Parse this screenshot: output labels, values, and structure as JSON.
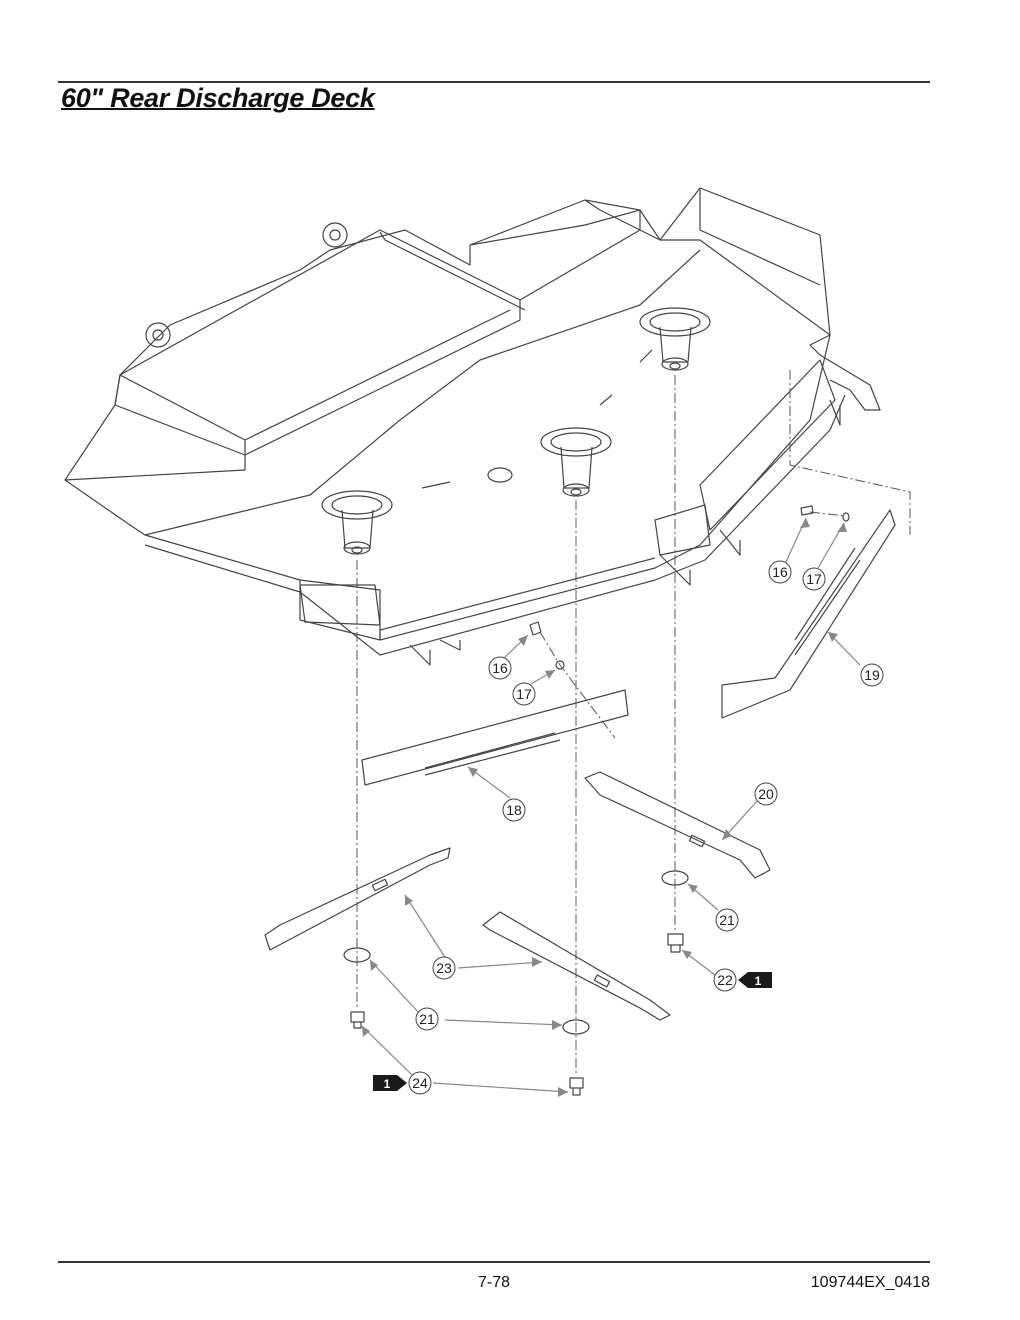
{
  "page": {
    "title": "60\" Rear Discharge Deck",
    "page_number": "7-78",
    "doc_code": "109744EX_0418"
  },
  "callouts": {
    "c16a": "16",
    "c17a": "17",
    "c19": "19",
    "c16b": "16",
    "c17b": "17",
    "c18": "18",
    "c20": "20",
    "c21a": "21",
    "c22": "22",
    "c23": "23",
    "c21b": "21",
    "c24": "24"
  },
  "badges": {
    "b22": "1",
    "b24": "1"
  },
  "colors": {
    "line": "#444444",
    "leader": "#888888",
    "badge": "#1a1a1a"
  }
}
